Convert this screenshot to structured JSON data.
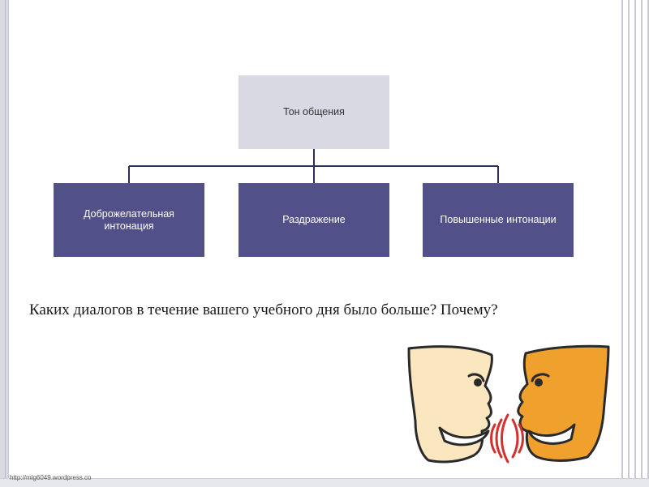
{
  "diagram": {
    "root": "Тон общения",
    "children": [
      "Доброжелательная интонация",
      "Раздражение",
      "Повышенные интонации"
    ]
  },
  "question": "Каких диалогов в течение вашего учебного дня было больше? Почему?",
  "footer": {
    "url": "http://mlg6049.wordpress.co"
  },
  "colors": {
    "root_box": "#d9d9e3",
    "child_box": "#515088",
    "connector": "#2e2e5c",
    "left_face": "#fbe7bf",
    "right_face": "#f0a02c",
    "sound_waves": "#d2322d"
  },
  "illustration": {
    "icon": "two-talking-faces-icon"
  }
}
